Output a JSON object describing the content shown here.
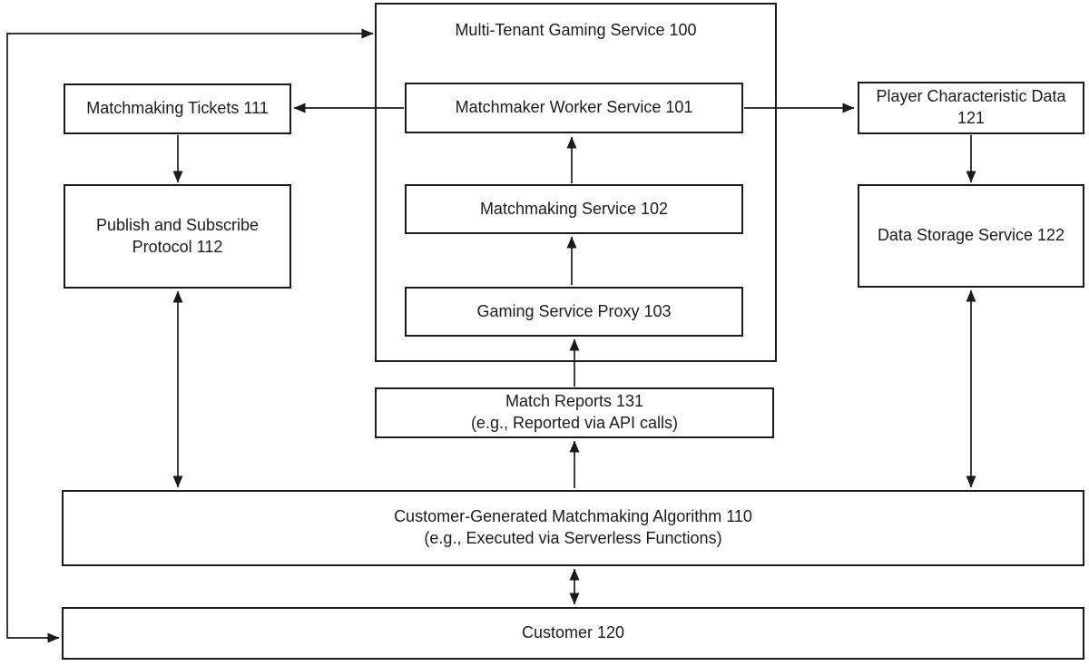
{
  "colors": {
    "ink": "#1b1b1b",
    "background": "#ffffff"
  },
  "nodes": {
    "outer": {
      "title": "Multi-Tenant Gaming Service 100"
    },
    "worker101": {
      "line1": "Matchmaker Worker Service 101"
    },
    "service102": {
      "line1": "Matchmaking Service 102"
    },
    "proxy103": {
      "line1": "Gaming Service Proxy 103"
    },
    "tickets111": {
      "line1": "Matchmaking Tickets 111"
    },
    "pubsub112": {
      "line1": "Publish and Subscribe",
      "line2": "Protocol 112"
    },
    "player121": {
      "line1": "Player Characteristic Data",
      "line2": "121"
    },
    "storage122": {
      "line1": "Data Storage Service 122"
    },
    "reports131": {
      "line1": "Match Reports 131",
      "line2": "(e.g., Reported via API calls)"
    },
    "algo110": {
      "line1": "Customer-Generated Matchmaking Algorithm 110",
      "line2": "(e.g., Executed via Serverless Functions)"
    },
    "customer120": {
      "line1": "Customer 120"
    }
  }
}
